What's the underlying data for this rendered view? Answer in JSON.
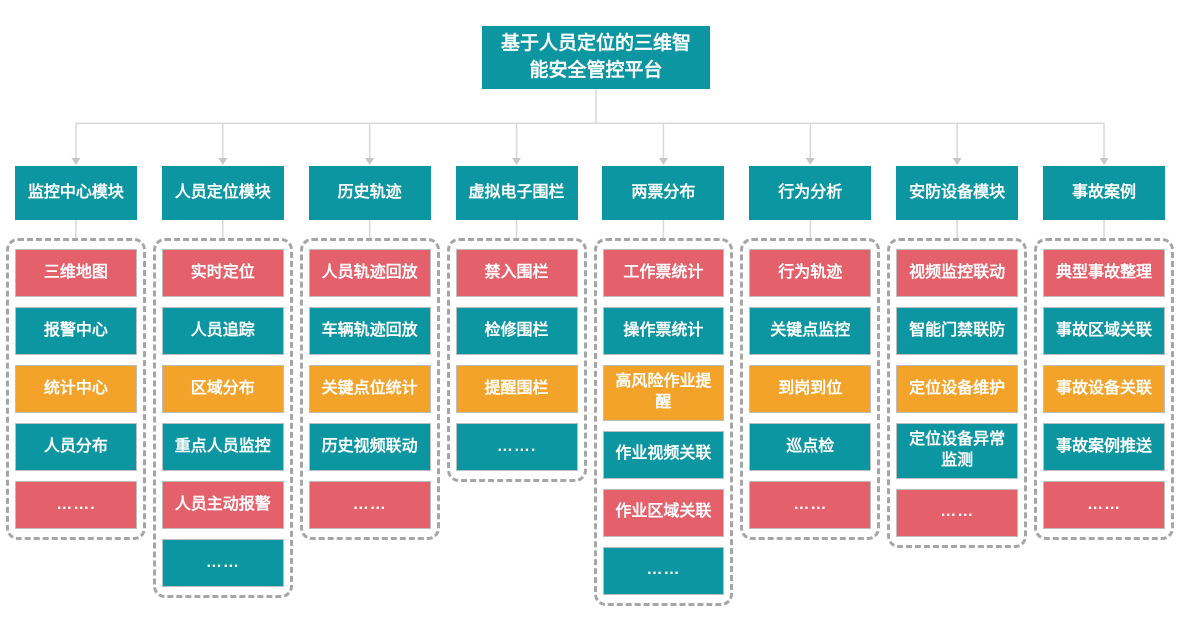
{
  "title": "基于人员定位的三维智能安全管控平台",
  "colors": {
    "teal": "#0C96A1",
    "red": "#E4606A",
    "orange": "#F3A329",
    "connector": "#D8D8D8",
    "arrow": "#C6C6C6",
    "dashed_border": "#A6A6A6",
    "item_border": "#BDBDBD"
  },
  "modules": [
    {
      "label": "监控中心模块",
      "items": [
        {
          "label": "三维地图",
          "color": "red"
        },
        {
          "label": "报警中心",
          "color": "teal"
        },
        {
          "label": "统计中心",
          "color": "orange"
        },
        {
          "label": "人员分布",
          "color": "teal"
        },
        {
          "label": "…….",
          "color": "red"
        }
      ]
    },
    {
      "label": "人员定位模块",
      "items": [
        {
          "label": "实时定位",
          "color": "red"
        },
        {
          "label": "人员追踪",
          "color": "teal"
        },
        {
          "label": "区域分布",
          "color": "orange"
        },
        {
          "label": "重点人员监控",
          "color": "teal"
        },
        {
          "label": "人员主动报警",
          "color": "red"
        },
        {
          "label": "……",
          "color": "teal"
        }
      ]
    },
    {
      "label": "历史轨迹",
      "items": [
        {
          "label": "人员轨迹回放",
          "color": "red"
        },
        {
          "label": "车辆轨迹回放",
          "color": "teal"
        },
        {
          "label": "关键点位统计",
          "color": "orange"
        },
        {
          "label": "历史视频联动",
          "color": "teal"
        },
        {
          "label": "……",
          "color": "red"
        }
      ]
    },
    {
      "label": "虚拟电子围栏",
      "items": [
        {
          "label": "禁入围栏",
          "color": "red"
        },
        {
          "label": "检修围栏",
          "color": "teal"
        },
        {
          "label": "提醒围栏",
          "color": "orange"
        },
        {
          "label": "…….",
          "color": "teal"
        }
      ]
    },
    {
      "label": "两票分布",
      "items": [
        {
          "label": "工作票统计",
          "color": "red"
        },
        {
          "label": "操作票统计",
          "color": "teal"
        },
        {
          "label": "高风险作业提醒",
          "color": "orange"
        },
        {
          "label": "作业视频关联",
          "color": "teal"
        },
        {
          "label": "作业区域关联",
          "color": "red"
        },
        {
          "label": "……",
          "color": "teal"
        }
      ]
    },
    {
      "label": "行为分析",
      "items": [
        {
          "label": "行为轨迹",
          "color": "red"
        },
        {
          "label": "关键点监控",
          "color": "teal"
        },
        {
          "label": "到岗到位",
          "color": "orange"
        },
        {
          "label": "巡点检",
          "color": "teal"
        },
        {
          "label": "……",
          "color": "red"
        }
      ]
    },
    {
      "label": "安防设备模块",
      "items": [
        {
          "label": "视频监控联动",
          "color": "red"
        },
        {
          "label": "智能门禁联防",
          "color": "teal"
        },
        {
          "label": "定位设备维护",
          "color": "orange"
        },
        {
          "label": "定位设备异常监测",
          "color": "teal"
        },
        {
          "label": "……",
          "color": "red"
        }
      ]
    },
    {
      "label": "事故案例",
      "items": [
        {
          "label": "典型事故整理",
          "color": "red"
        },
        {
          "label": "事故区域关联",
          "color": "teal"
        },
        {
          "label": "事故设备关联",
          "color": "orange"
        },
        {
          "label": "事故案例推送",
          "color": "teal"
        },
        {
          "label": "……",
          "color": "red"
        }
      ]
    }
  ]
}
